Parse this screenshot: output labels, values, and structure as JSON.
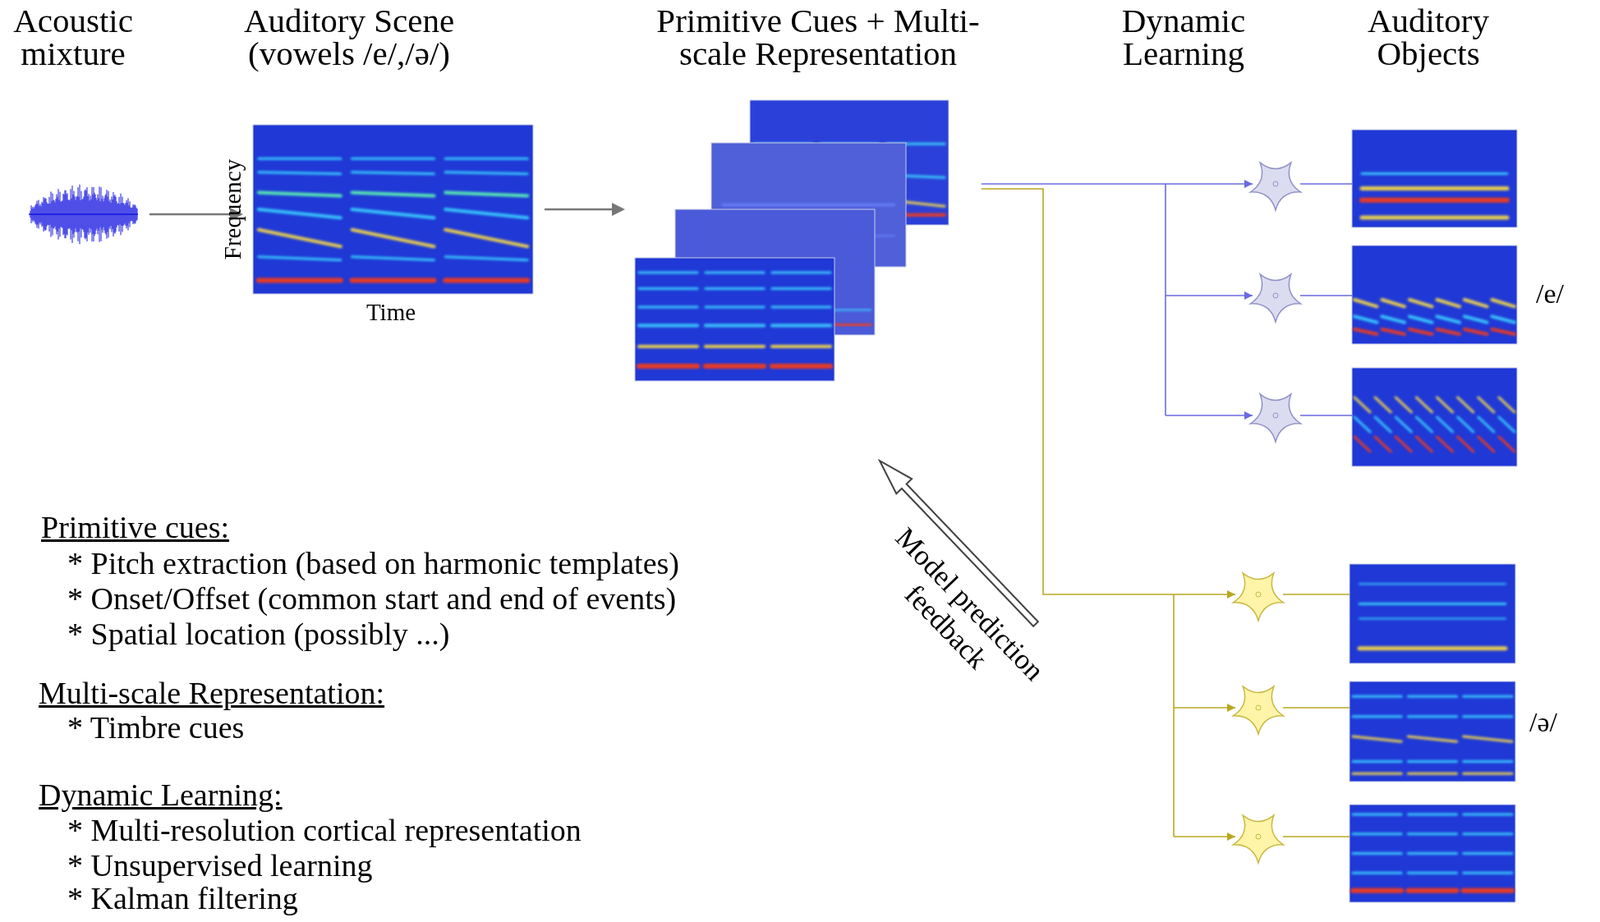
{
  "diagram": {
    "nodes": [
      {
        "text": [
          "Acoustic mixture"
        ]
      },
      {
        "text": [
          "Auditory Scene (vowels /e/,/ə/)",
          "Frequency",
          "Time"
        ]
      },
      {
        "text": [
          "Primitive Cues + Multi-scale Representation"
        ]
      }
    ],
    "edges": [
      {
        "from": 0,
        "to": 1,
        "arrow": "to"
      },
      {
        "from": 1,
        "to": 2,
        "arrow": "to"
      }
    ],
    "labels": [
      "Dynamic Learning",
      "Auditory Objects",
      "/e/",
      "/ə/",
      "Model prediction feedback",
      "Primitive cues:",
      "* Pitch extraction (based on harmonic templates)",
      "* Onset/Offset (common start and end of events)",
      "* Spatial location (possibly ...)",
      "Multi-scale Representation:",
      "* Timbre cues",
      "Dynamic Learning:",
      "* Multi-resolution cortical representation",
      "* Unsupervised learning",
      "* Kalman filtering"
    ]
  }
}
